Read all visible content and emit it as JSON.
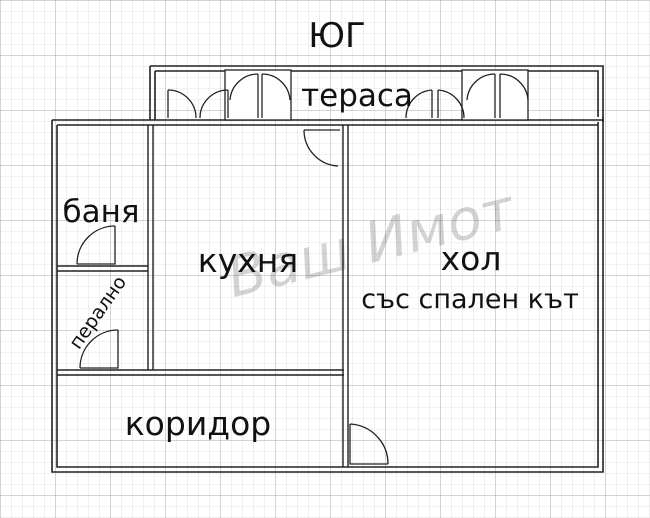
{
  "direction_label": "ЮГ",
  "rooms": {
    "terrace": "тераса",
    "bathroom": "баня",
    "laundry": "перално",
    "kitchen": "кухня",
    "living_line1": "хол",
    "living_line2": "със спален кът",
    "corridor": "коридор"
  },
  "watermark": "Ваш Имот"
}
